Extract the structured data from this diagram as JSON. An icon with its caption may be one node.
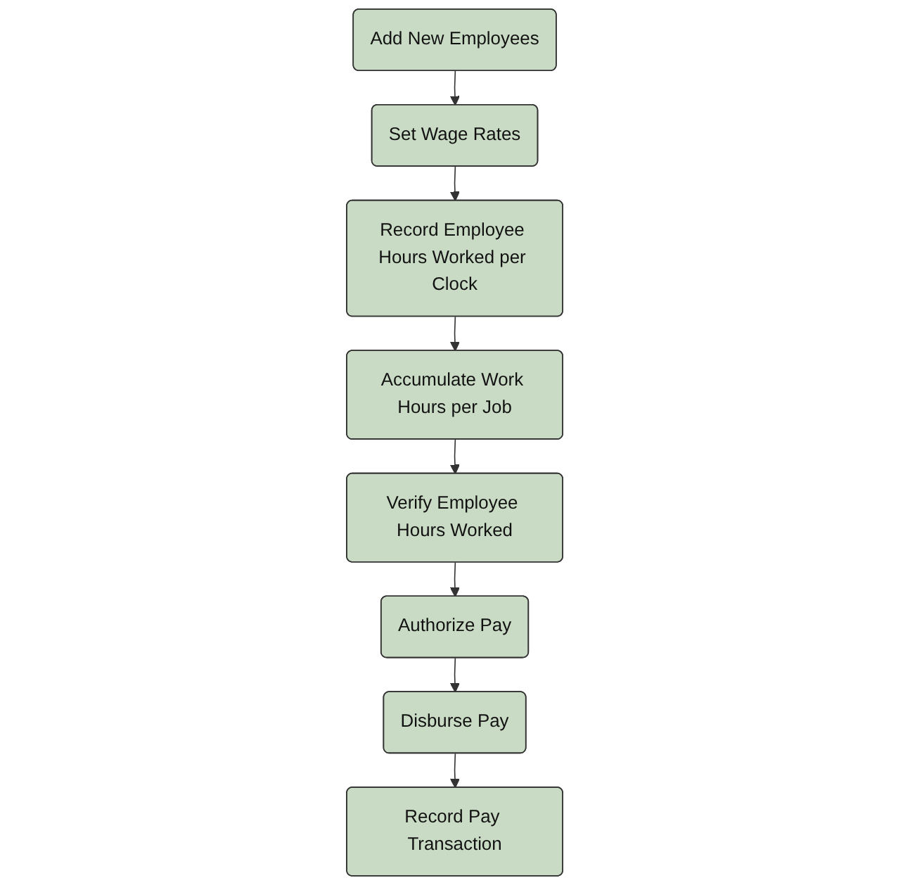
{
  "diagram": {
    "nodes": [
      {
        "text": [
          "Add New Employees"
        ]
      },
      {
        "text": [
          "Set Wage Rates"
        ]
      },
      {
        "text": [
          "Record Employee Hours Worked per Clock"
        ]
      },
      {
        "text": [
          "Accumulate Work Hours per Job"
        ]
      },
      {
        "text": [
          "Verify Employee Hours Worked"
        ]
      },
      {
        "text": [
          "Authorize Pay"
        ]
      },
      {
        "text": [
          "Disburse Pay"
        ]
      },
      {
        "text": [
          "Record Pay Transaction"
        ]
      }
    ],
    "edges": [
      {
        "from": 0,
        "to": 1,
        "arrow": "to"
      },
      {
        "from": 1,
        "to": 2,
        "arrow": "to"
      },
      {
        "from": 2,
        "to": 3,
        "arrow": "to"
      },
      {
        "from": 3,
        "to": 4,
        "arrow": "to"
      },
      {
        "from": 4,
        "to": 5,
        "arrow": "to"
      },
      {
        "from": 5,
        "to": 6,
        "arrow": "to"
      },
      {
        "from": 6,
        "to": 7,
        "arrow": "to"
      }
    ]
  }
}
